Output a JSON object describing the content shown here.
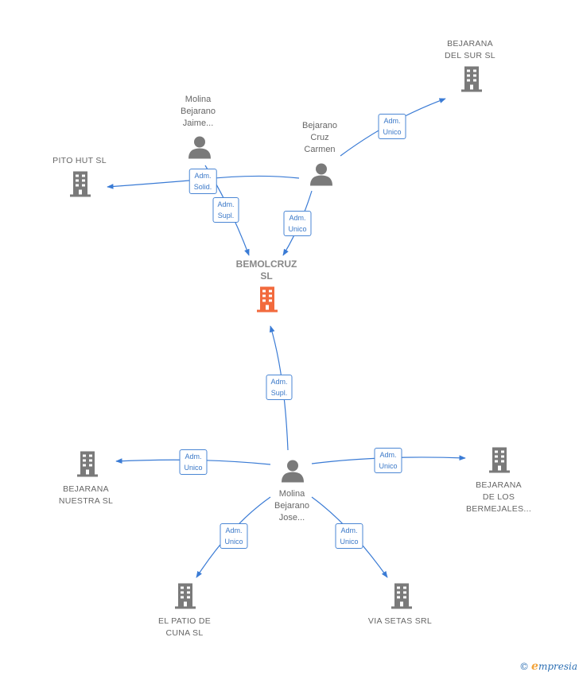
{
  "nodes": [
    {
      "id": "bemolcruz",
      "type": "company",
      "focus": true,
      "label": "BEMOLCRUZ\nSL"
    },
    {
      "id": "bejarana_sur",
      "type": "company",
      "label": "BEJARANA\nDEL SUR  SL"
    },
    {
      "id": "pito_hut",
      "type": "company",
      "label": "PITO HUT SL"
    },
    {
      "id": "molina_jaime",
      "type": "person",
      "label": "Molina\nBejarano\nJaime..."
    },
    {
      "id": "bejarano_cruz",
      "type": "person",
      "label": "Bejarano\nCruz\nCarmen"
    },
    {
      "id": "molina_jose",
      "type": "person",
      "label": "Molina\nBejarano\nJose..."
    },
    {
      "id": "bejarana_nuestra",
      "type": "company",
      "label": "BEJARANA\nNUESTRA  SL"
    },
    {
      "id": "bejarana_bermejales",
      "type": "company",
      "label": "BEJARANA\nDE LOS\nBERMEJALES..."
    },
    {
      "id": "el_patio",
      "type": "company",
      "label": "EL PATIO DE\nCUNA  SL"
    },
    {
      "id": "via_setas",
      "type": "company",
      "label": "VIA SETAS SRL"
    }
  ],
  "edges": [
    {
      "label": "Adm.\nUnico"
    },
    {
      "label": "Adm.\nSolid."
    },
    {
      "label": "Adm.\nSupl."
    },
    {
      "label": "Adm.\nUnico"
    },
    {
      "label": "Adm.\nSupl."
    },
    {
      "label": "Adm.\nUnico"
    },
    {
      "label": "Adm.\nUnico"
    },
    {
      "label": "Adm.\nUnico"
    },
    {
      "label": "Adm.\nUnico"
    }
  ],
  "colors": {
    "edge": "#3a7bd5",
    "company": "#7a7a7a",
    "focus": "#f26a3d",
    "person": "#7a7a7a"
  },
  "footer": {
    "copyright": "©",
    "brand_initial": "e",
    "brand_rest": "mpresia"
  }
}
